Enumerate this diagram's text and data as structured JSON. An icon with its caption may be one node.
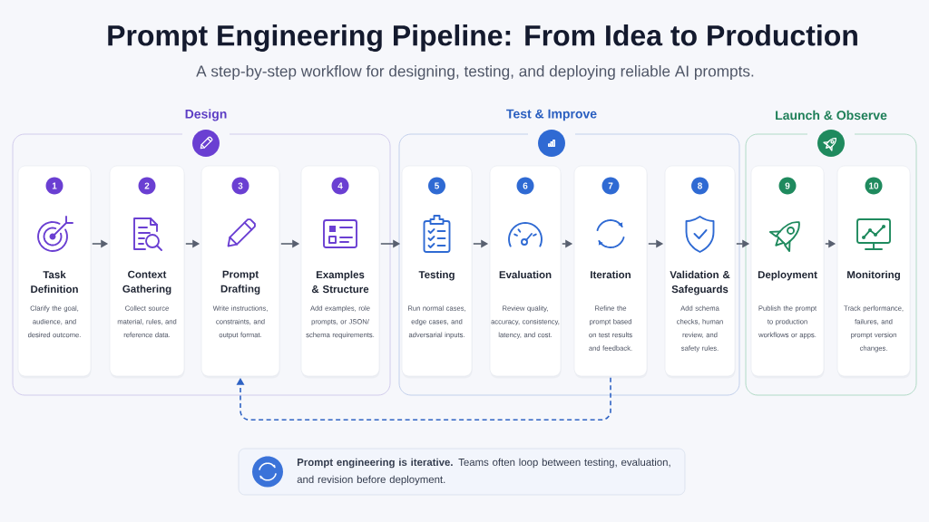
{
  "diagram": {
    "title": "Prompt Engineering Pipeline: From Idea to Production",
    "nodes": [
      {
        "text": [
          "Design"
        ]
      },
      {
        "text": [
          "Test & Improve"
        ]
      },
      {
        "text": [
          "Launch & Observe"
        ]
      },
      {
        "text": [
          "1",
          "Task Definition",
          "Clarify the goal, audience, and desired outcome."
        ],
        "in": 0
      },
      {
        "text": [
          "2",
          "Context Gathering",
          "Collect source material, rules, and reference data."
        ],
        "in": 0
      },
      {
        "text": [
          "3",
          "Prompt Drafting",
          "Write instructions, constraints, and output format."
        ],
        "in": 0
      },
      {
        "text": [
          "4",
          "Examples & Structure",
          "Add examples, role prompts, or JSON/ schema requirements."
        ],
        "in": 0
      },
      {
        "text": [
          "5",
          "Testing",
          "Run normal cases, edge cases, and adversarial inputs."
        ],
        "in": 1
      },
      {
        "text": [
          "6",
          "Evaluation",
          "Review quality, accuracy, consistency, latency, and cost."
        ],
        "in": 1
      },
      {
        "text": [
          "7",
          "Iteration",
          "Refine the prompt based on test results and feedback."
        ],
        "in": 1
      },
      {
        "text": [
          "8",
          "Validation & Safeguards",
          "Add schema checks, human review, and safety rules."
        ],
        "in": 1
      },
      {
        "text": [
          "9",
          "Deployment",
          "Publish the prompt to production workflows or apps."
        ],
        "in": 2
      },
      {
        "text": [
          "10",
          "Monitoring",
          "Track performance, failures, and prompt version changes."
        ],
        "in": 2
      },
      {
        "text": [
          "**Prompt engineering is iterative.** Teams often loop between testing, evaluation, and revision before deployment."
        ]
      }
    ],
    "edges": [
      {
        "from": 3,
        "to": 4,
        "arrow": "to"
      },
      {
        "from": 4,
        "to": 5,
        "arrow": "to"
      },
      {
        "from": 5,
        "to": 6,
        "arrow": "to"
      },
      {
        "from": 6,
        "to": 7,
        "arrow": "to"
      },
      {
        "from": 7,
        "to": 8,
        "arrow": "to"
      },
      {
        "from": 8,
        "to": 9,
        "arrow": "to"
      },
      {
        "from": 9,
        "to": 10,
        "arrow": "to"
      },
      {
        "from": 10,
        "to": 11,
        "arrow": "to"
      },
      {
        "from": 11,
        "to": 12,
        "arrow": "to"
      },
      {
        "from": 9,
        "to": 5,
        "arrow": "to",
        "style": "dashed",
        "color": "#2f63c4"
      }
    ],
    "labels": [
      "A step-by-step workflow for designing, testing, and deploying reliable AI prompts."
    ]
  }
}
